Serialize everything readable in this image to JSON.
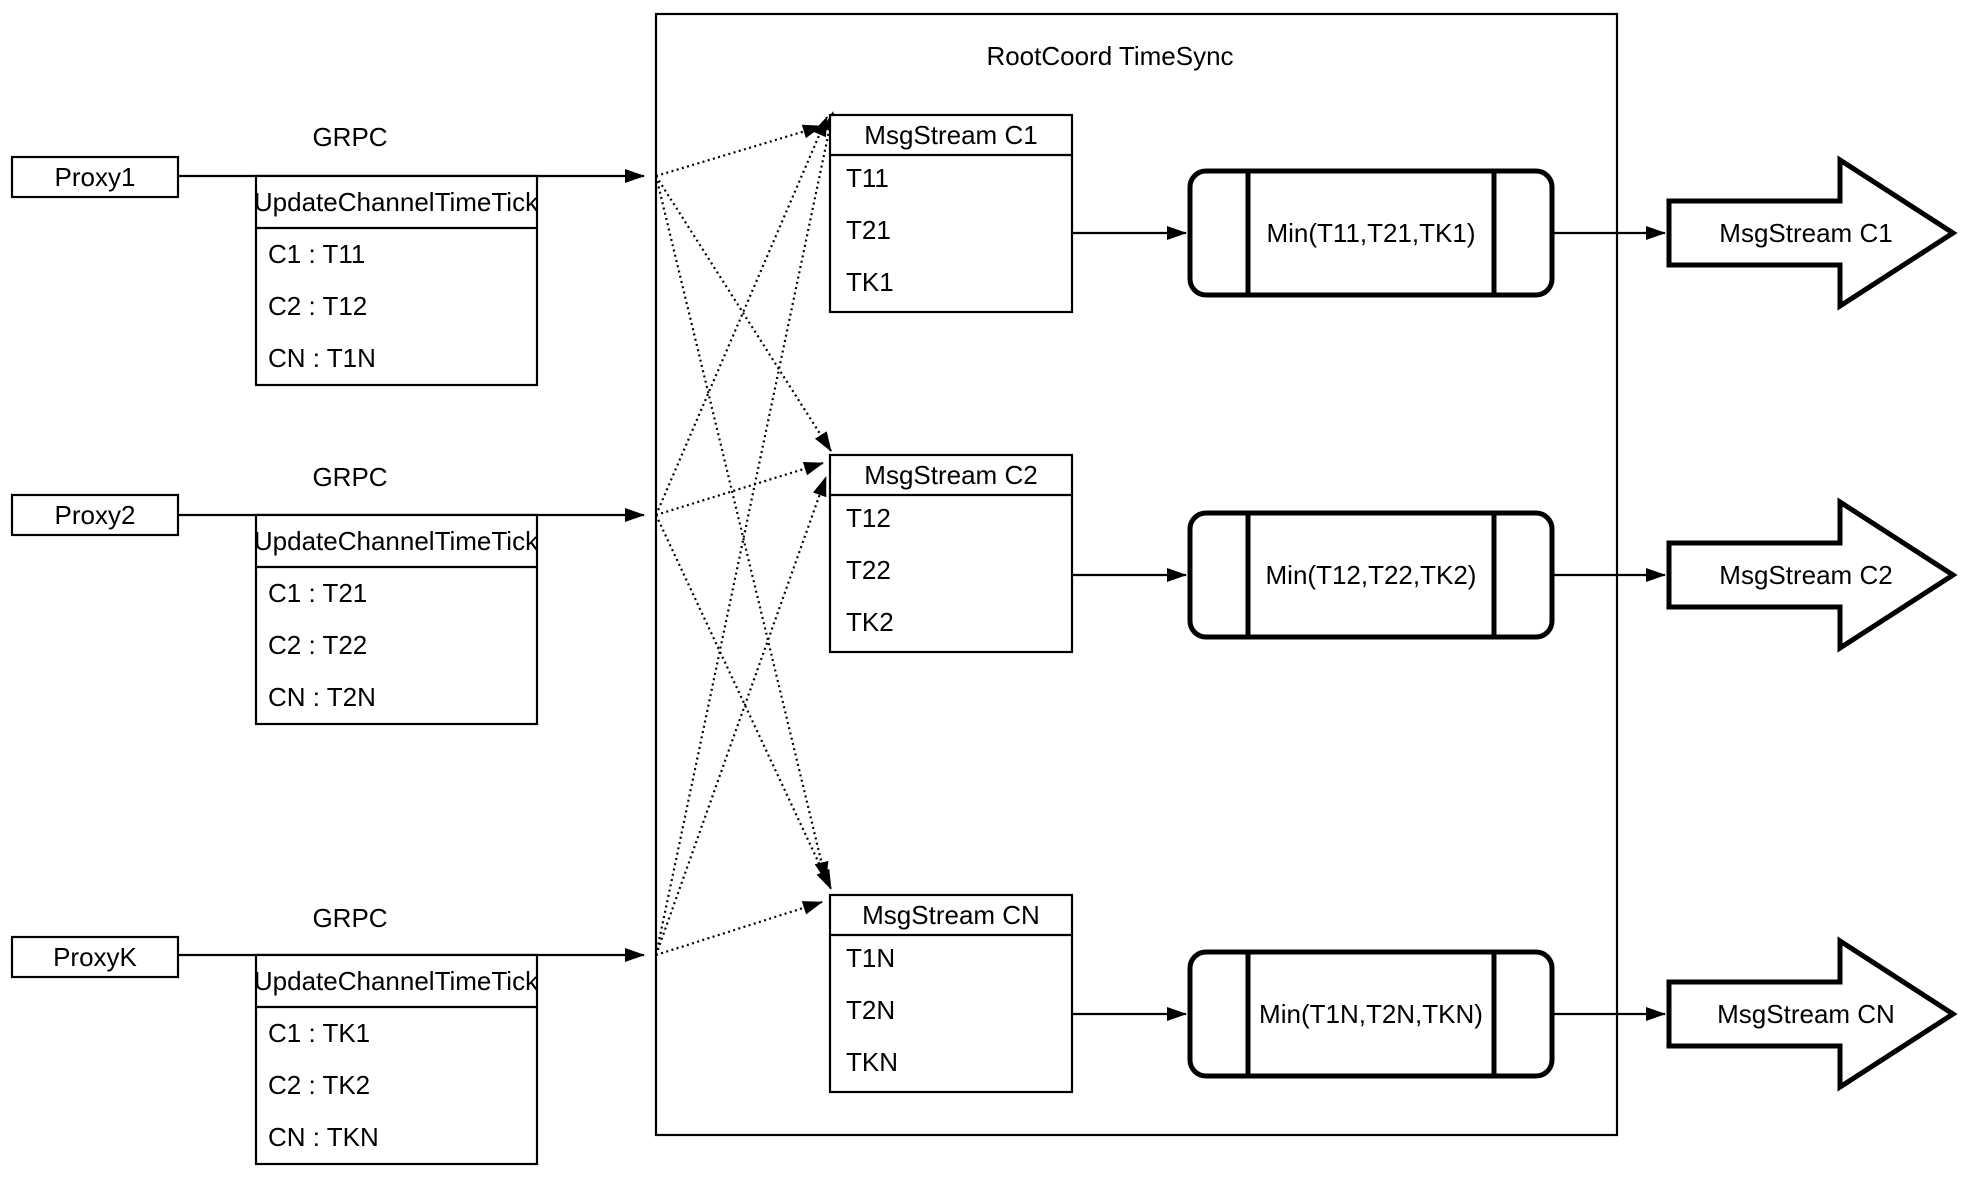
{
  "root_box": {
    "title": "RootCoord TimeSync"
  },
  "proxies": [
    {
      "name": "Proxy1",
      "protocol": "GRPC",
      "table": {
        "header": "UpdateChannelTimeTick",
        "rows": [
          "C1 : T11",
          "C2 : T12",
          "CN : T1N"
        ]
      }
    },
    {
      "name": "Proxy2",
      "protocol": "GRPC",
      "table": {
        "header": "UpdateChannelTimeTick",
        "rows": [
          "C1 : T21",
          "C2 : T22",
          "CN : T2N"
        ]
      }
    },
    {
      "name": "ProxyK",
      "protocol": "GRPC",
      "table": {
        "header": "UpdateChannelTimeTick",
        "rows": [
          "C1 : TK1",
          "C2 : TK2",
          "CN : TKN"
        ]
      }
    }
  ],
  "streams": [
    {
      "title": "MsgStream C1",
      "ticks": [
        "T11",
        "T21",
        "TK1"
      ],
      "min_label": "Min(T11,T21,TK1)",
      "output_label": "MsgStream C1"
    },
    {
      "title": "MsgStream C2",
      "ticks": [
        "T12",
        "T22",
        "TK2"
      ],
      "min_label": "Min(T12,T22,TK2)",
      "output_label": "MsgStream C2"
    },
    {
      "title": "MsgStream CN",
      "ticks": [
        "T1N",
        "T2N",
        "TKN"
      ],
      "min_label": "Min(T1N,T2N,TKN)",
      "output_label": "MsgStream CN"
    }
  ],
  "colors": {
    "stroke": "#000000",
    "background": "#ffffff",
    "shape_fill": "#ffffff"
  }
}
